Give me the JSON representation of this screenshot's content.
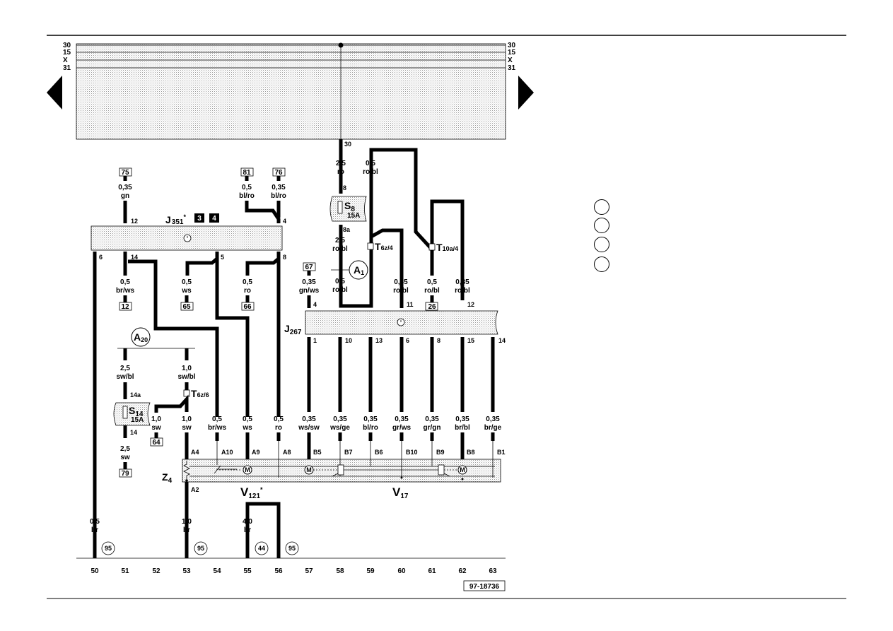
{
  "rails": {
    "left": [
      "30",
      "15",
      "X",
      "31"
    ],
    "right": [
      "30",
      "15",
      "X",
      "31"
    ]
  },
  "nav": {
    "prev": "left-arrow-icon",
    "next": "right-arrow-icon"
  },
  "components": {
    "j351": {
      "label": "J",
      "sub": "351",
      "mark": "*"
    },
    "j267": {
      "label": "J",
      "sub": "267"
    },
    "s8": {
      "label": "S",
      "sub": "8",
      "rating": "15A"
    },
    "s14": {
      "label": "S",
      "sub": "14",
      "rating": "15A"
    },
    "a1": {
      "label": "A",
      "sub": "1"
    },
    "a20": {
      "label": "A",
      "sub": "20"
    },
    "z4": {
      "label": "Z",
      "sub": "4"
    },
    "v121": {
      "label": "V",
      "sub": "121",
      "mark": "*"
    },
    "v17": {
      "label": "V",
      "sub": "17"
    },
    "t6z4": {
      "label": "T",
      "sub": "6z/4"
    },
    "t10a4": {
      "label": "T",
      "sub": "10a/4"
    },
    "t6z6": {
      "label": "T",
      "sub": "6z/6"
    },
    "motor": "M"
  },
  "boxed_refs": [
    "75",
    "81",
    "76",
    "12",
    "65",
    "66",
    "67",
    "26",
    "64",
    "79"
  ],
  "black_badges": [
    "3",
    "4"
  ],
  "ground_circles": [
    "95",
    "95",
    "44",
    "95"
  ],
  "pins": {
    "p30": "30",
    "p8": "8",
    "p8a": "8a",
    "j351_12": "12",
    "j351_4": "4",
    "j351_6": "6",
    "j351_14": "14",
    "j351_5": "5",
    "j351_8": "8",
    "j267_4": "4",
    "j267_11": "11",
    "j267_12": "12",
    "j267_1": "1",
    "j267_10": "10",
    "j267_13": "13",
    "j267_6": "6",
    "j267_8": "8",
    "j267_15": "15",
    "j267_14": "14",
    "s14_14a": "14a",
    "s14_14": "14",
    "A4": "A4",
    "A10": "A10",
    "A9": "A9",
    "A8": "A8",
    "B5": "B5",
    "B7": "B7",
    "B6": "B6",
    "B10": "B10",
    "B9": "B9",
    "B8": "B8",
    "B1": "B1",
    "A2": "A2"
  },
  "wires": {
    "w30": {
      "size": "2,5",
      "color": "ro"
    },
    "w8a": {
      "size": "2,5",
      "color": "ro/bl"
    },
    "wa1": {
      "size": "0,5",
      "color": "ro/bl"
    },
    "wtop": {
      "size": "0,5",
      "color": "ro/bl"
    },
    "w75": {
      "size": "0,35",
      "color": "gn"
    },
    "w81": {
      "size": "0,5",
      "color": "bl/ro"
    },
    "w76": {
      "size": "0,35",
      "color": "bl/ro"
    },
    "w65": {
      "size": "0,5",
      "color": "br/ws"
    },
    "w66": {
      "size": "0,5",
      "color": "ws"
    },
    "w67": {
      "size": "0,5",
      "color": "ro"
    },
    "w12": {
      "size": "0,35",
      "color": "gn/ws"
    },
    "w11": {
      "size": "0,35",
      "color": "ro/bl"
    },
    "w26": {
      "size": "0,5",
      "color": "ro/bl"
    },
    "w12b": {
      "size": "0,35",
      "color": "ro/bl"
    },
    "ws14a": {
      "size": "2,5",
      "color": "sw/bl"
    },
    "wt6z6": {
      "size": "1,0",
      "color": "sw/bl"
    },
    "w79": {
      "size": "2,5",
      "color": "sw"
    },
    "w64": {
      "size": "1,0",
      "color": "sw"
    },
    "wA4": {
      "size": "1,0",
      "color": "sw"
    },
    "wA10": {
      "size": "0,5",
      "color": "br/ws"
    },
    "wA9": {
      "size": "0,5",
      "color": "ws"
    },
    "wA8": {
      "size": "0,5",
      "color": "ro"
    },
    "wB5": {
      "size": "0,35",
      "color": "ws/sw"
    },
    "wB7": {
      "size": "0,35",
      "color": "ws/ge"
    },
    "wB6": {
      "size": "0,35",
      "color": "bl/ro"
    },
    "wB10": {
      "size": "0,35",
      "color": "gr/ws"
    },
    "wB9": {
      "size": "0,35",
      "color": "gr/gn"
    },
    "wB8": {
      "size": "0,35",
      "color": "br/bl"
    },
    "wB1": {
      "size": "0,35",
      "color": "br/ge"
    },
    "w50": {
      "size": "0,5",
      "color": "br"
    },
    "w53": {
      "size": "1,0",
      "color": "br"
    },
    "w55": {
      "size": "4,0",
      "color": "br"
    }
  },
  "tracks": [
    "50",
    "51",
    "52",
    "53",
    "54",
    "55",
    "56",
    "57",
    "58",
    "59",
    "60",
    "61",
    "62",
    "63"
  ],
  "drawing_number": "97-18736"
}
